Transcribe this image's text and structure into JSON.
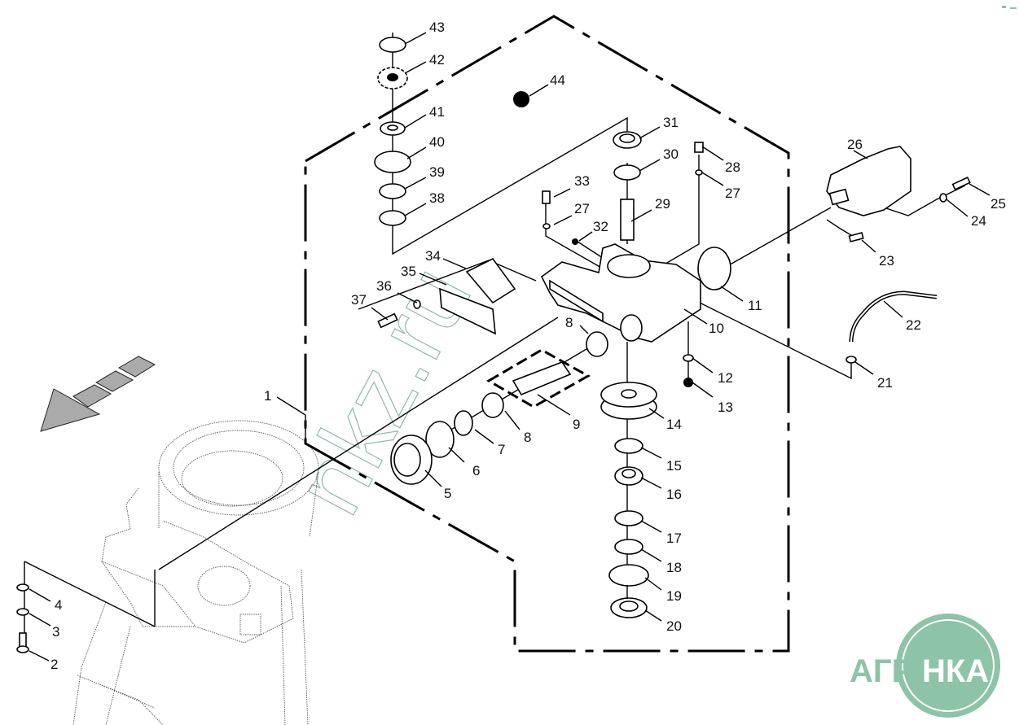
{
  "diagram": {
    "type": "exploded-parts-diagram",
    "subject": "gearbox assembly with hydraulic motor and pulley",
    "direction_arrow": "forward-travel-indicator",
    "callouts": [
      {
        "id": "1",
        "label": "1"
      },
      {
        "id": "2",
        "label": "2"
      },
      {
        "id": "3",
        "label": "3"
      },
      {
        "id": "4",
        "label": "4"
      },
      {
        "id": "5",
        "label": "5"
      },
      {
        "id": "6",
        "label": "6"
      },
      {
        "id": "7",
        "label": "7"
      },
      {
        "id": "8a",
        "label": "8"
      },
      {
        "id": "8b",
        "label": "8"
      },
      {
        "id": "9",
        "label": "9"
      },
      {
        "id": "10",
        "label": "10"
      },
      {
        "id": "11",
        "label": "11"
      },
      {
        "id": "12",
        "label": "12"
      },
      {
        "id": "13",
        "label": "13"
      },
      {
        "id": "14",
        "label": "14"
      },
      {
        "id": "15",
        "label": "15"
      },
      {
        "id": "16",
        "label": "16"
      },
      {
        "id": "17",
        "label": "17"
      },
      {
        "id": "18",
        "label": "18"
      },
      {
        "id": "19",
        "label": "19"
      },
      {
        "id": "20",
        "label": "20"
      },
      {
        "id": "21",
        "label": "21"
      },
      {
        "id": "22",
        "label": "22"
      },
      {
        "id": "23",
        "label": "23"
      },
      {
        "id": "24",
        "label": "24"
      },
      {
        "id": "25",
        "label": "25"
      },
      {
        "id": "26",
        "label": "26"
      },
      {
        "id": "27a",
        "label": "27"
      },
      {
        "id": "27b",
        "label": "27"
      },
      {
        "id": "28",
        "label": "28"
      },
      {
        "id": "29",
        "label": "29"
      },
      {
        "id": "30",
        "label": "30"
      },
      {
        "id": "31",
        "label": "31"
      },
      {
        "id": "32",
        "label": "32"
      },
      {
        "id": "33",
        "label": "33"
      },
      {
        "id": "34",
        "label": "34"
      },
      {
        "id": "35",
        "label": "35"
      },
      {
        "id": "36",
        "label": "36"
      },
      {
        "id": "37",
        "label": "37"
      },
      {
        "id": "38",
        "label": "38"
      },
      {
        "id": "39",
        "label": "39"
      },
      {
        "id": "40",
        "label": "40"
      },
      {
        "id": "41",
        "label": "41"
      },
      {
        "id": "42",
        "label": "42"
      },
      {
        "id": "43",
        "label": "43"
      },
      {
        "id": "44",
        "label": "44"
      }
    ]
  },
  "watermark": {
    "text": "nkz.ru"
  },
  "logo": {
    "left_text": "АГРО",
    "right_text": "НКА",
    "color": "#8dc3a6"
  }
}
